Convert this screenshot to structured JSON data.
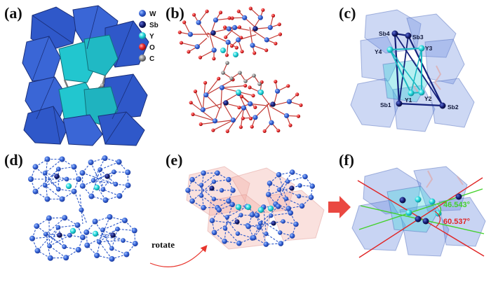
{
  "panels": [
    "(a)",
    "(b)",
    "(c)",
    "(d)",
    "(e)",
    "(f)"
  ],
  "legend": [
    {
      "symbol": "W",
      "color": "#3f6fd6"
    },
    {
      "symbol": "Sb",
      "color": "#14207a"
    },
    {
      "symbol": "Y",
      "color": "#22d8dc"
    },
    {
      "symbol": "O",
      "color": "#e8262a"
    },
    {
      "symbol": "C",
      "color": "#8a8a8a"
    }
  ],
  "site_labels": [
    "Sb4",
    "Sb3",
    "Y4",
    "Y3",
    "Y1",
    "Y2",
    "Sb1",
    "Sb2"
  ],
  "rotate_label": "rotate",
  "angles": [
    {
      "value": "46.543°",
      "color": "#43d12a"
    },
    {
      "value": "60.537°",
      "color": "#e02525"
    }
  ],
  "colors": {
    "polyhedra_blue": "#3b63d4",
    "yttrium_cyan": "#27c9d2",
    "antimony_navy": "#141c72",
    "oxygen_red": "#d9242a",
    "carbon_gray": "#8b8b8b",
    "arrow_red": "#e8342c"
  }
}
